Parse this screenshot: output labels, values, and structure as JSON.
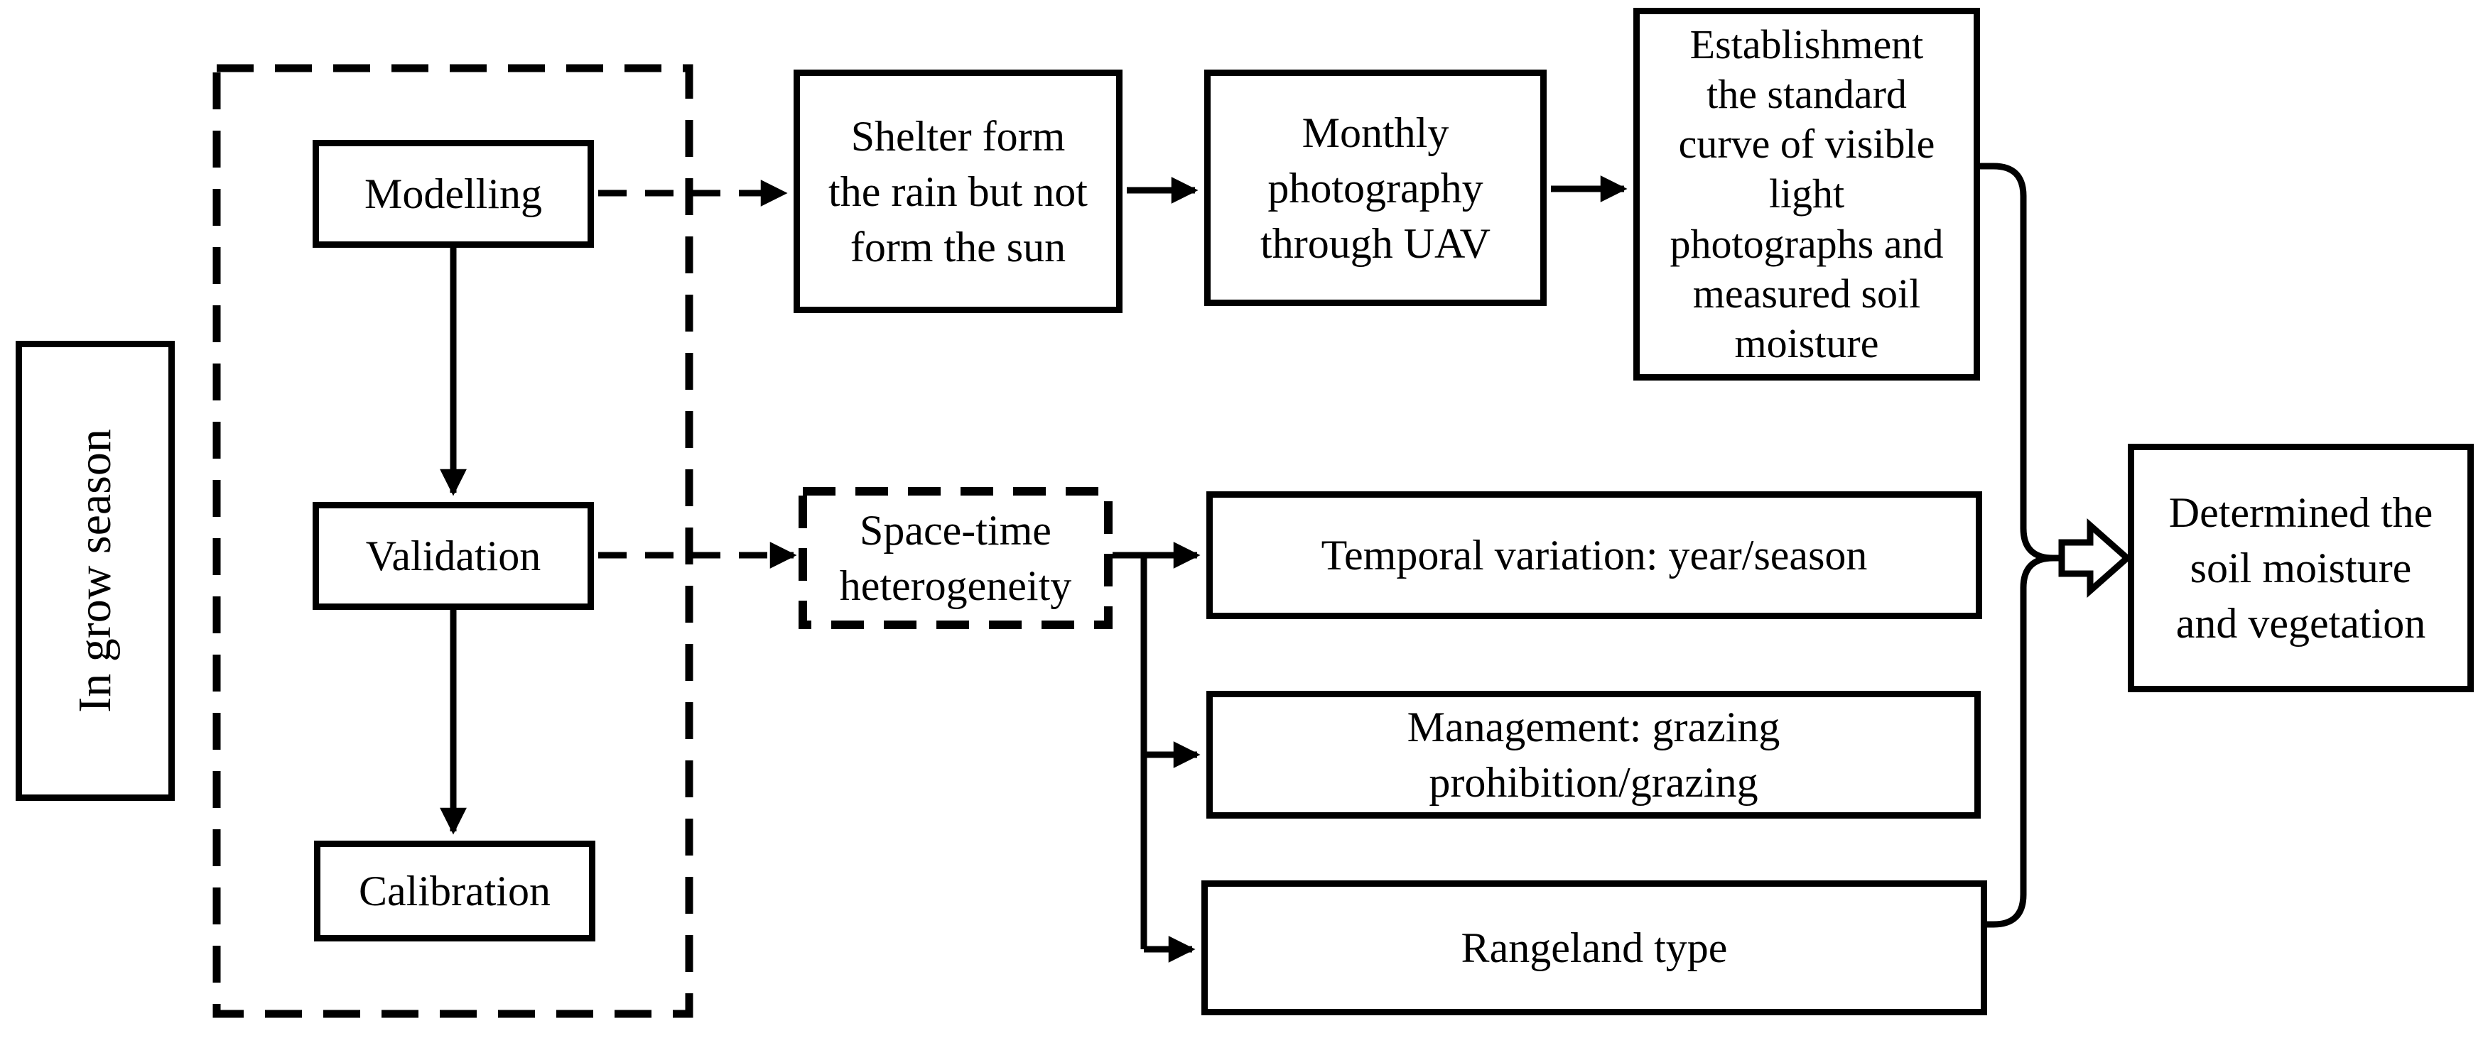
{
  "figure": {
    "background_color": "#ffffff",
    "stroke_color": "#000000",
    "type": "flowchart"
  },
  "nodes": {
    "in_grow_season": {
      "label": "In grow season"
    },
    "modelling": {
      "label": "Modelling"
    },
    "validation": {
      "label": "Validation"
    },
    "calibration": {
      "label": "Calibration"
    },
    "shelter": {
      "label": "Shelter form\nthe rain but not\nform the sun"
    },
    "monthly_photography": {
      "label": "Monthly\nphotography\nthrough UAV"
    },
    "establishment": {
      "label": "Establishment\nthe standard\ncurve of visible\nlight\nphotographs and\nmeasured soil\nmoisture"
    },
    "space_time": {
      "label": "Space-time\nheterogeneity"
    },
    "temporal": {
      "label": "Temporal variation: year/season"
    },
    "management": {
      "label": "Management: grazing\nprohibition/grazing"
    },
    "rangeland": {
      "label": "Rangeland type"
    },
    "determined": {
      "label": "Determined the\nsoil moisture\nand vegetation"
    }
  },
  "edges": [
    {
      "from": "modelling",
      "to": "validation",
      "style": "solid-arrow"
    },
    {
      "from": "validation",
      "to": "calibration",
      "style": "solid-arrow"
    },
    {
      "from": "modelling",
      "to": "shelter",
      "style": "dashed-arrow"
    },
    {
      "from": "shelter",
      "to": "monthly_photography",
      "style": "solid-arrow"
    },
    {
      "from": "monthly_photography",
      "to": "establishment",
      "style": "solid-arrow"
    },
    {
      "from": "validation",
      "to": "space_time",
      "style": "dashed-arrow"
    },
    {
      "from": "space_time",
      "to": "temporal",
      "style": "solid-arrow"
    },
    {
      "from": "space_time",
      "to": "management",
      "style": "solid-arrow"
    },
    {
      "from": "space_time",
      "to": "rangeland",
      "style": "solid-arrow"
    },
    {
      "from": "establishment, temporal, management, rangeland",
      "to": "determined",
      "style": "brace-and-block-arrow"
    }
  ]
}
